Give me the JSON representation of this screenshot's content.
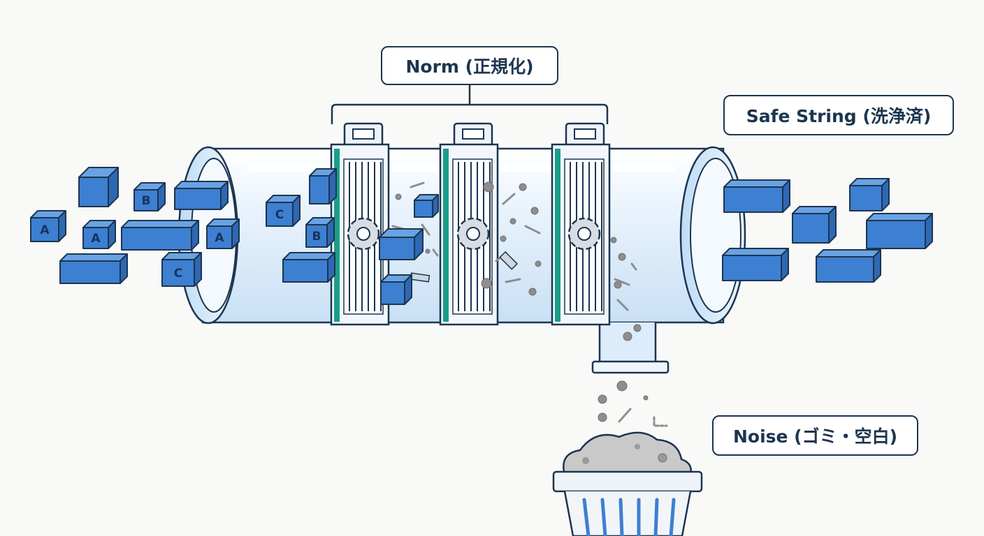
{
  "labels": {
    "norm": "Norm (正規化)",
    "safe": "Safe String (洗浄済)",
    "noise": "Noise (ゴミ・空白)"
  },
  "cube_letters": [
    "A",
    "A",
    "A",
    "B",
    "B",
    "C",
    "C"
  ],
  "colors": {
    "cube": "#3d7fd1",
    "outline": "#1c3550",
    "pipe": "#dcecfa",
    "filter_accent": "#1a9e88",
    "debris": "#8e8e8e"
  }
}
